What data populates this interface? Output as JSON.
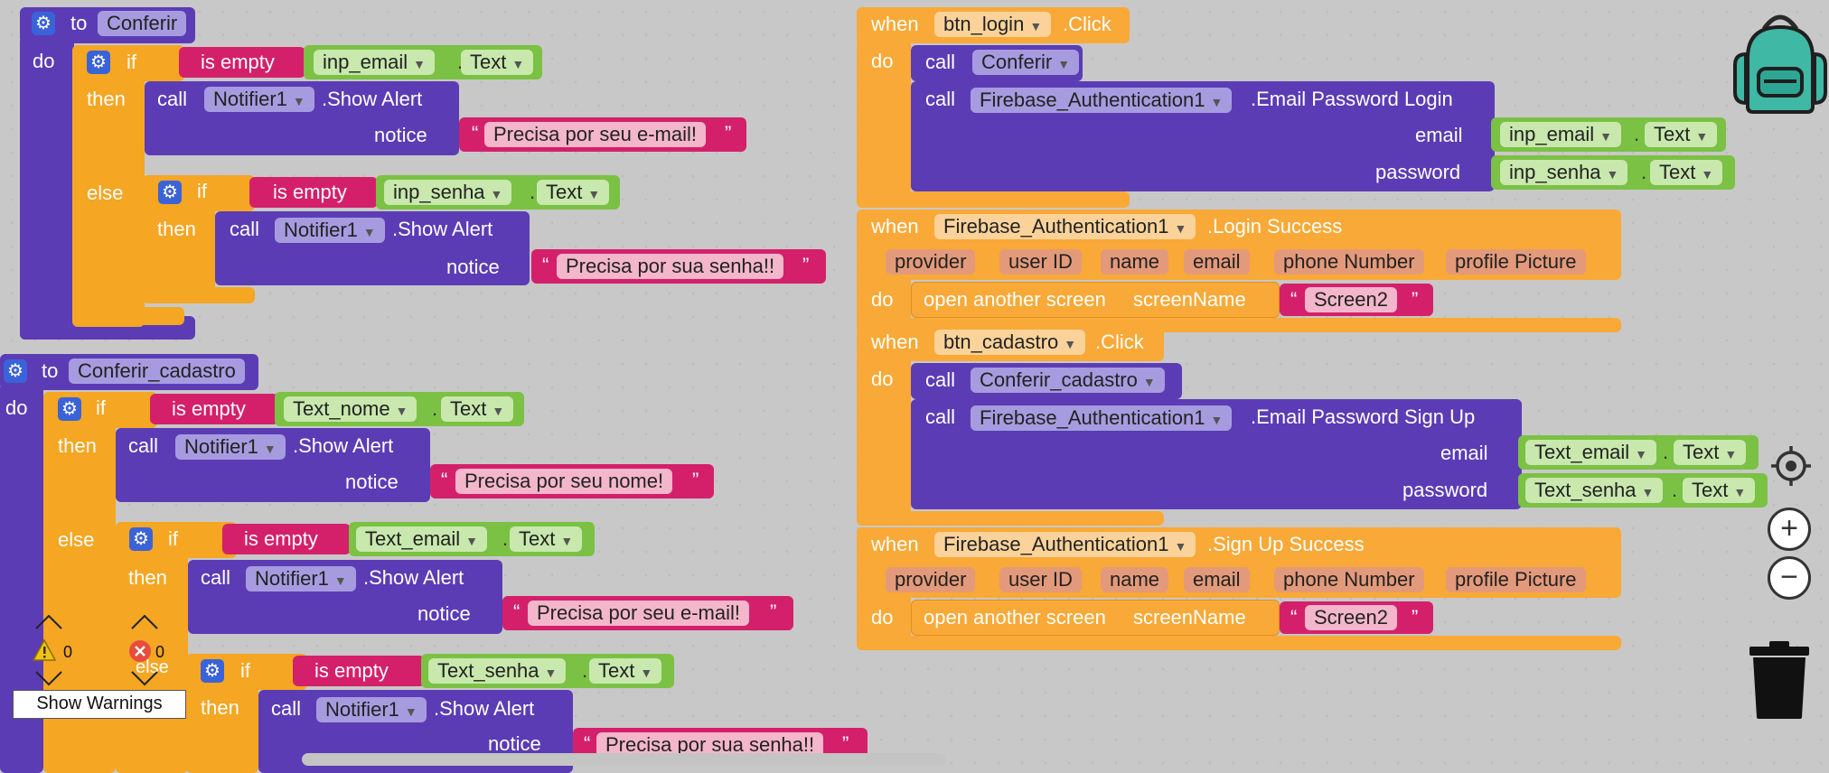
{
  "proc1": {
    "to": "to",
    "name": "Conferir",
    "do": "do",
    "if1": {
      "if": "if",
      "is_empty": "is empty",
      "comp": "inp_email",
      "prop": "Text",
      "then": "then",
      "call": "call",
      "notifier": "Notifier1",
      "method": ".Show Alert",
      "notice": "notice",
      "msg": "Precisa por seu e-mail!",
      "else": "else"
    },
    "if2": {
      "if": "if",
      "is_empty": "is empty",
      "comp": "inp_senha",
      "prop": "Text",
      "then": "then",
      "call": "call",
      "notifier": "Notifier1",
      "method": ".Show Alert",
      "notice": "notice",
      "msg": "Precisa por sua senha!!"
    }
  },
  "proc2": {
    "to": "to",
    "name": "Conferir_cadastro",
    "do": "do",
    "if1": {
      "if": "if",
      "is_empty": "is empty",
      "comp": "Text_nome",
      "prop": "Text",
      "then": "then",
      "call": "call",
      "notifier": "Notifier1",
      "method": ".Show Alert",
      "notice": "notice",
      "msg": "Precisa por seu nome!",
      "else": "else"
    },
    "if2": {
      "if": "if",
      "is_empty": "is empty",
      "comp": "Text_email",
      "prop": "Text",
      "then": "then",
      "call": "call",
      "notifier": "Notifier1",
      "method": ".Show Alert",
      "notice": "notice",
      "msg": "Precisa por seu e-mail!",
      "else": "else"
    },
    "if3": {
      "if": "if",
      "is_empty": "is empty",
      "comp": "Text_senha",
      "prop": "Text",
      "then": "then",
      "call": "call",
      "notifier": "Notifier1",
      "method": ".Show Alert",
      "notice": "notice",
      "msg": "Precisa por sua senha!!"
    }
  },
  "ev_login": {
    "when": "when",
    "comp": "btn_login",
    "event": ".Click",
    "do": "do",
    "call1": "call",
    "proc": "Conferir",
    "call2": "call",
    "auth": "Firebase_Authentication1",
    "method": ".Email Password Login",
    "email": "email",
    "email_comp": "inp_email",
    "email_prop": "Text",
    "password": "password",
    "pass_comp": "inp_senha",
    "pass_prop": "Text"
  },
  "ev_login_success": {
    "when": "when",
    "comp": "Firebase_Authentication1",
    "event": ".Login Success",
    "params": [
      "provider",
      "user ID",
      "name",
      "email",
      "phone Number",
      "profile Picture"
    ],
    "do": "do",
    "open": "open another screen",
    "screenName": "screenName",
    "screen": "Screen2"
  },
  "ev_cadastro": {
    "when": "when",
    "comp": "btn_cadastro",
    "event": ".Click",
    "do": "do",
    "call1": "call",
    "proc": "Conferir_cadastro",
    "call2": "call",
    "auth": "Firebase_Authentication1",
    "method": ".Email Password Sign Up",
    "email": "email",
    "email_comp": "Text_email",
    "email_prop": "Text",
    "password": "password",
    "pass_comp": "Text_senha",
    "pass_prop": "Text"
  },
  "ev_signup_success": {
    "when": "when",
    "comp": "Firebase_Authentication1",
    "event": ".Sign Up Success",
    "params": [
      "provider",
      "user ID",
      "name",
      "email",
      "phone Number",
      "profile Picture"
    ],
    "do": "do",
    "open": "open another screen",
    "screenName": "screenName",
    "screen": "Screen2"
  },
  "warnings": {
    "warn_count": "0",
    "error_count": "0",
    "show_label": "Show Warnings",
    "overlap_text": "else"
  },
  "colors": {
    "procedure": "#5b3cb5",
    "control": "#f5a623",
    "event": "#f9a937",
    "text": "#d4206a",
    "component": "#7bc144"
  }
}
